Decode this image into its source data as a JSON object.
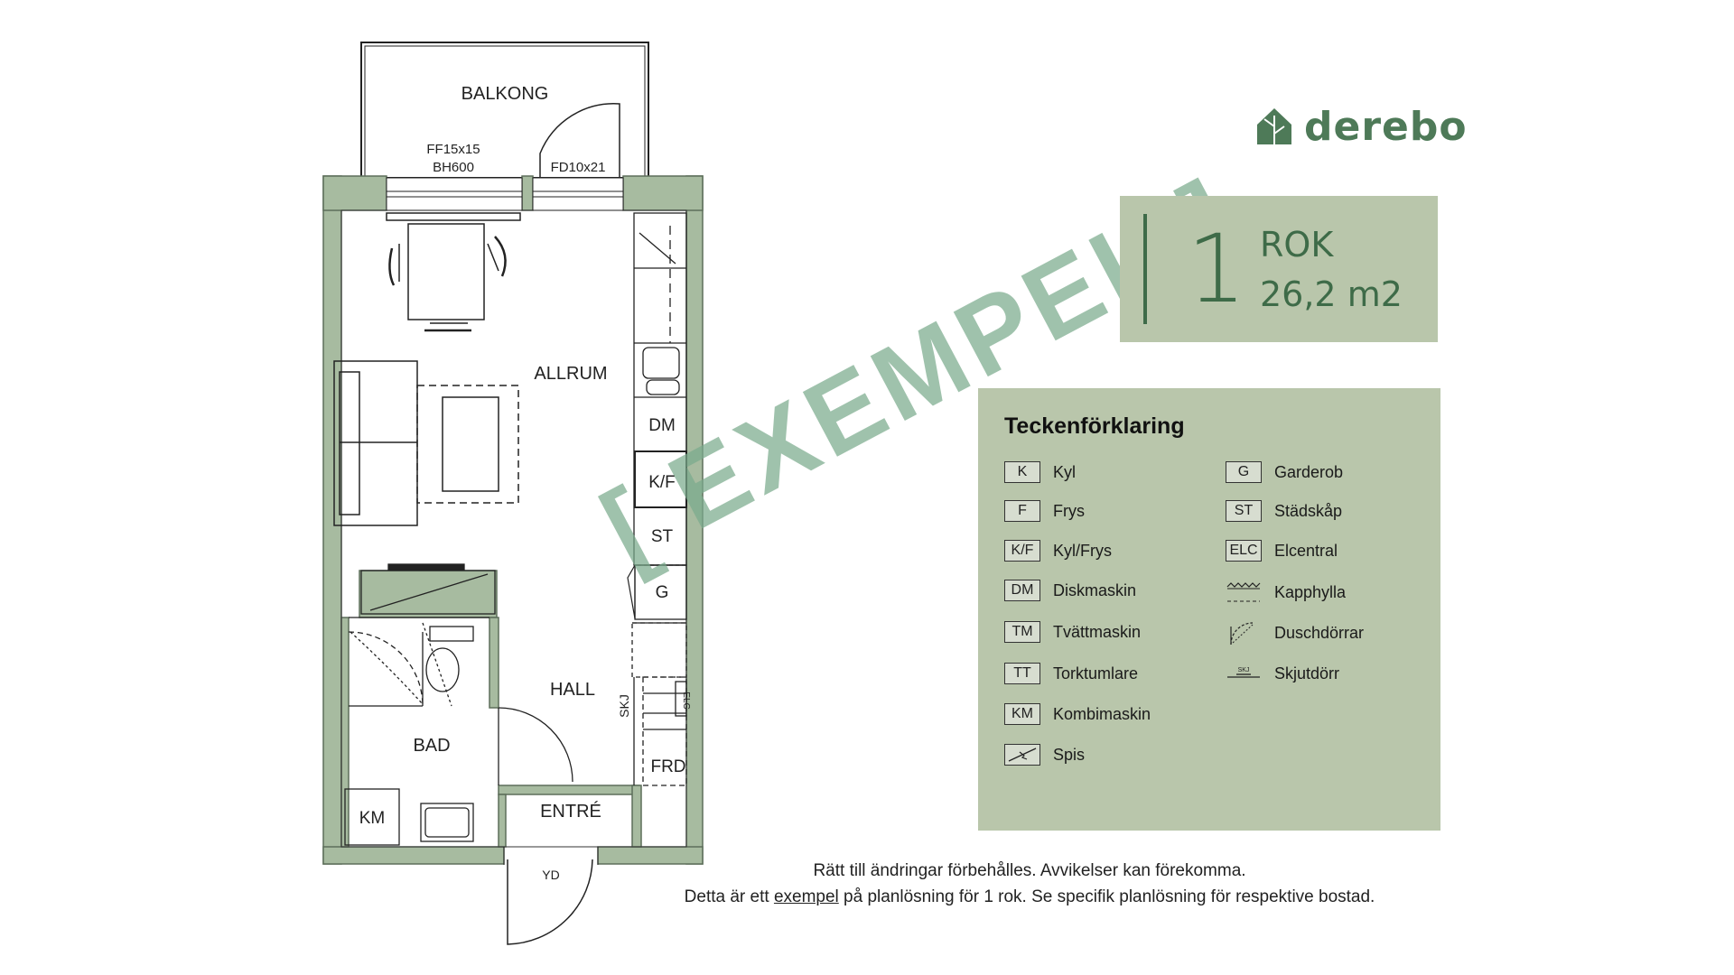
{
  "brand": {
    "name": "derebo",
    "color": "#4e7a58"
  },
  "apartment": {
    "rooms_number": "1",
    "rooms_unit": "ROK",
    "area": "26,2 m2"
  },
  "watermark": "[ EXEMPEL ]",
  "plan_labels": {
    "balcony": "BALKONG",
    "window": "FF15x15",
    "window_height": "BH600",
    "balcony_door": "FD10x21",
    "living_room": "ALLRUM",
    "dishwasher": "DM",
    "fridge_freezer": "K/F",
    "cleaning_closet": "ST",
    "wardrobe": "G",
    "hall": "HALL",
    "sliding": "SKJ",
    "electrical": "ELC",
    "bathroom": "BAD",
    "combi_machine": "KM",
    "entrance": "ENTRÉ",
    "storage": "FRD",
    "exterior_door": "YD"
  },
  "legend": {
    "title": "Teckenförklaring",
    "items_left": [
      {
        "code": "K",
        "label": "Kyl"
      },
      {
        "code": "F",
        "label": "Frys"
      },
      {
        "code": "K/F",
        "label": "Kyl/Frys"
      },
      {
        "code": "DM",
        "label": "Diskmaskin"
      },
      {
        "code": "TM",
        "label": "Tvättmaskin"
      },
      {
        "code": "TT",
        "label": "Torktumlare"
      },
      {
        "code": "KM",
        "label": "Kombimaskin"
      },
      {
        "code": "",
        "label": "Spis"
      }
    ],
    "items_right": [
      {
        "code": "G",
        "label": "Garderob"
      },
      {
        "code": "ST",
        "label": "Städskåp"
      },
      {
        "code": "ELC",
        "label": "Elcentral"
      },
      {
        "code": "",
        "label": "Kapphylla"
      },
      {
        "code": "",
        "label": "Duschdörrar"
      },
      {
        "code": "SKJ",
        "label": "Skjutdörr"
      }
    ]
  },
  "footer": {
    "line1": "Rätt till ändringar förbehålles. Avvikelser kan förekomma.",
    "line2_pre": "Detta är ett ",
    "line2_link": "exempel",
    "line2_post": " på planlösning för 1 rok. Se specifik planlösning för respektive bostad."
  },
  "colors": {
    "wall": "#a7bba0",
    "wall_edge": "#5d6e5a",
    "panel": "#b9c6ab",
    "accent": "#3e6b48",
    "watermark": "#7aaa8c"
  }
}
